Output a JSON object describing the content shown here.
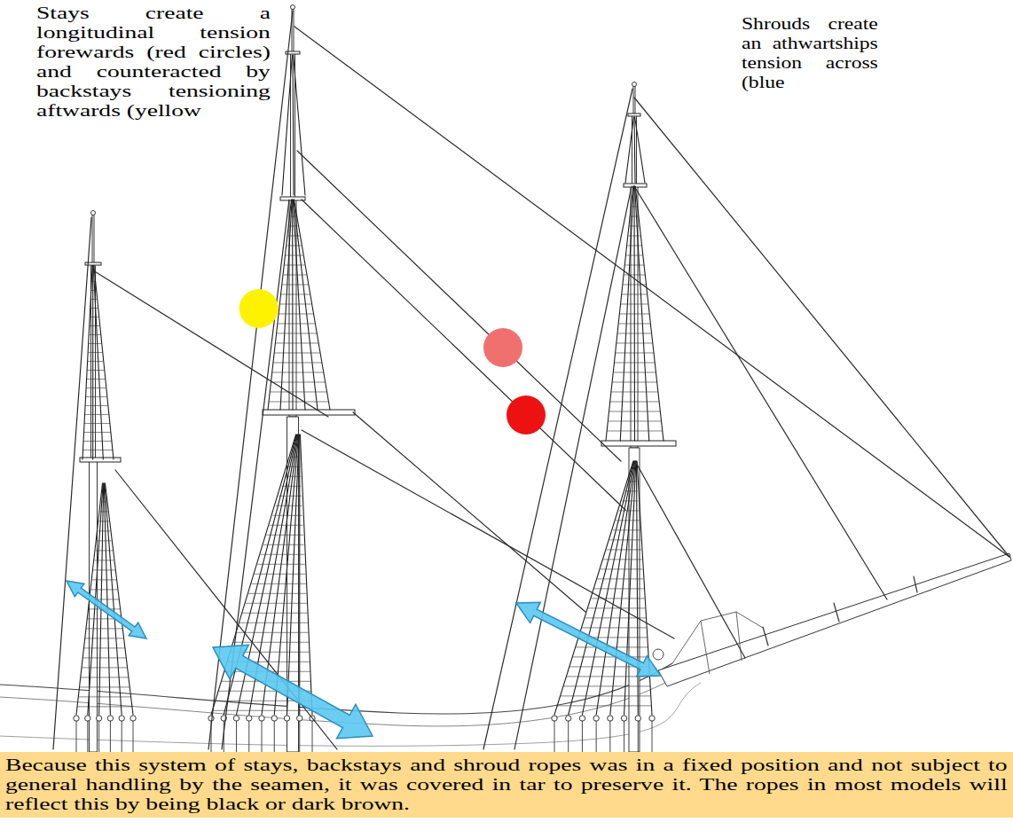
{
  "diagram": {
    "nodes": [
      {
        "text": [
          "Because this system of stays, backstays and shroud ropes was in a fixed position and not subject to general handling by the seamen, it was covered in tar to preserve it. The ropes in most models will reflect this by being black or dark brown."
        ]
      }
    ],
    "labels": [
      "Stays create a longitudinal tension forewards (red circles) and counteracted by backstays tensioning aftwards (yellow",
      "Shrouds create an athwartships tension across (blue"
    ]
  }
}
